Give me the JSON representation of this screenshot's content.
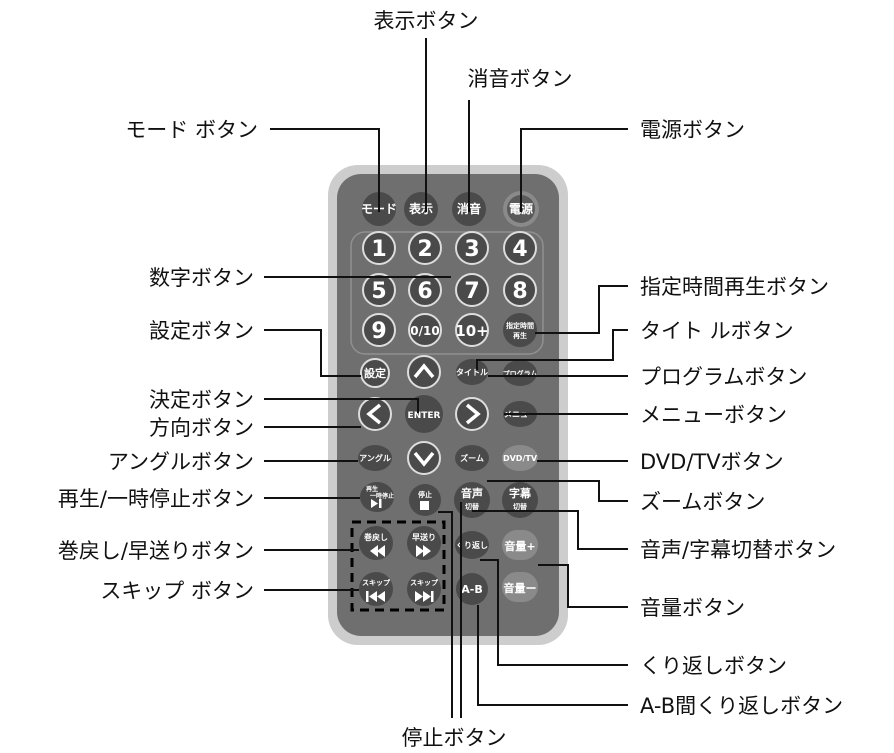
{
  "labels": {
    "display": "表示ボタン",
    "mute": "消音ボタン",
    "mode": "モード ボタン",
    "power": "電源ボタン",
    "number": "数字ボタン",
    "time_search": "指定時間再生ボタン",
    "setup": "設定ボタン",
    "title": "タイト ルボタン",
    "program": "プログラムボタン",
    "enter": "決定ボタン",
    "direction": "方向ボタン",
    "menu": "メニューボタン",
    "angle": "アングルボタン",
    "dvdtv": "DVD/TVボタン",
    "play_pause": "再生/一時停止ボタン",
    "zoom": "ズームボタン",
    "rew_ff": "巻戻し/早送りボタン",
    "audio_sub": "音声/字幕切替ボタン",
    "skip": "スキップ ボタン",
    "volume": "音量ボタン",
    "repeat": "くり返しボタン",
    "ab_repeat": "A-B間くり返しボタン",
    "stop": "停止ボタン"
  },
  "buttons": {
    "mode": "モード",
    "display": "表示",
    "mute": "消音",
    "power": "電源",
    "digits": [
      "1",
      "2",
      "3",
      "4",
      "5",
      "6",
      "7",
      "8",
      "9",
      "0/10",
      "10+"
    ],
    "time_search_l1": "指定時間",
    "time_search_l2": "再生",
    "setup": "設定",
    "title": "タイトル",
    "program": "プログラム",
    "enter": "ENTER",
    "menu": "メニュー",
    "angle": "アングル",
    "zoom": "ズーム",
    "dvdtv": "DVD/TV",
    "play_l1": "再生",
    "play_l2": "一時停止",
    "stop": "停止",
    "audio_l1": "音声",
    "audio_l2": "切替",
    "sub_l1": "字幕",
    "sub_l2": "切替",
    "rew": "巻戻し",
    "ff": "早送り",
    "repeat": "くり返し",
    "vol_up": "音量+",
    "vol_down": "音量ー",
    "skip_back": "スキップ",
    "skip_fwd": "スキップ",
    "ab": "A-B"
  },
  "colors": {
    "body": "#6f6f6f",
    "frame": "#cdcdcd",
    "button": "#4a4a4a",
    "button_light": "#8a8a8a",
    "line": "#111111"
  }
}
